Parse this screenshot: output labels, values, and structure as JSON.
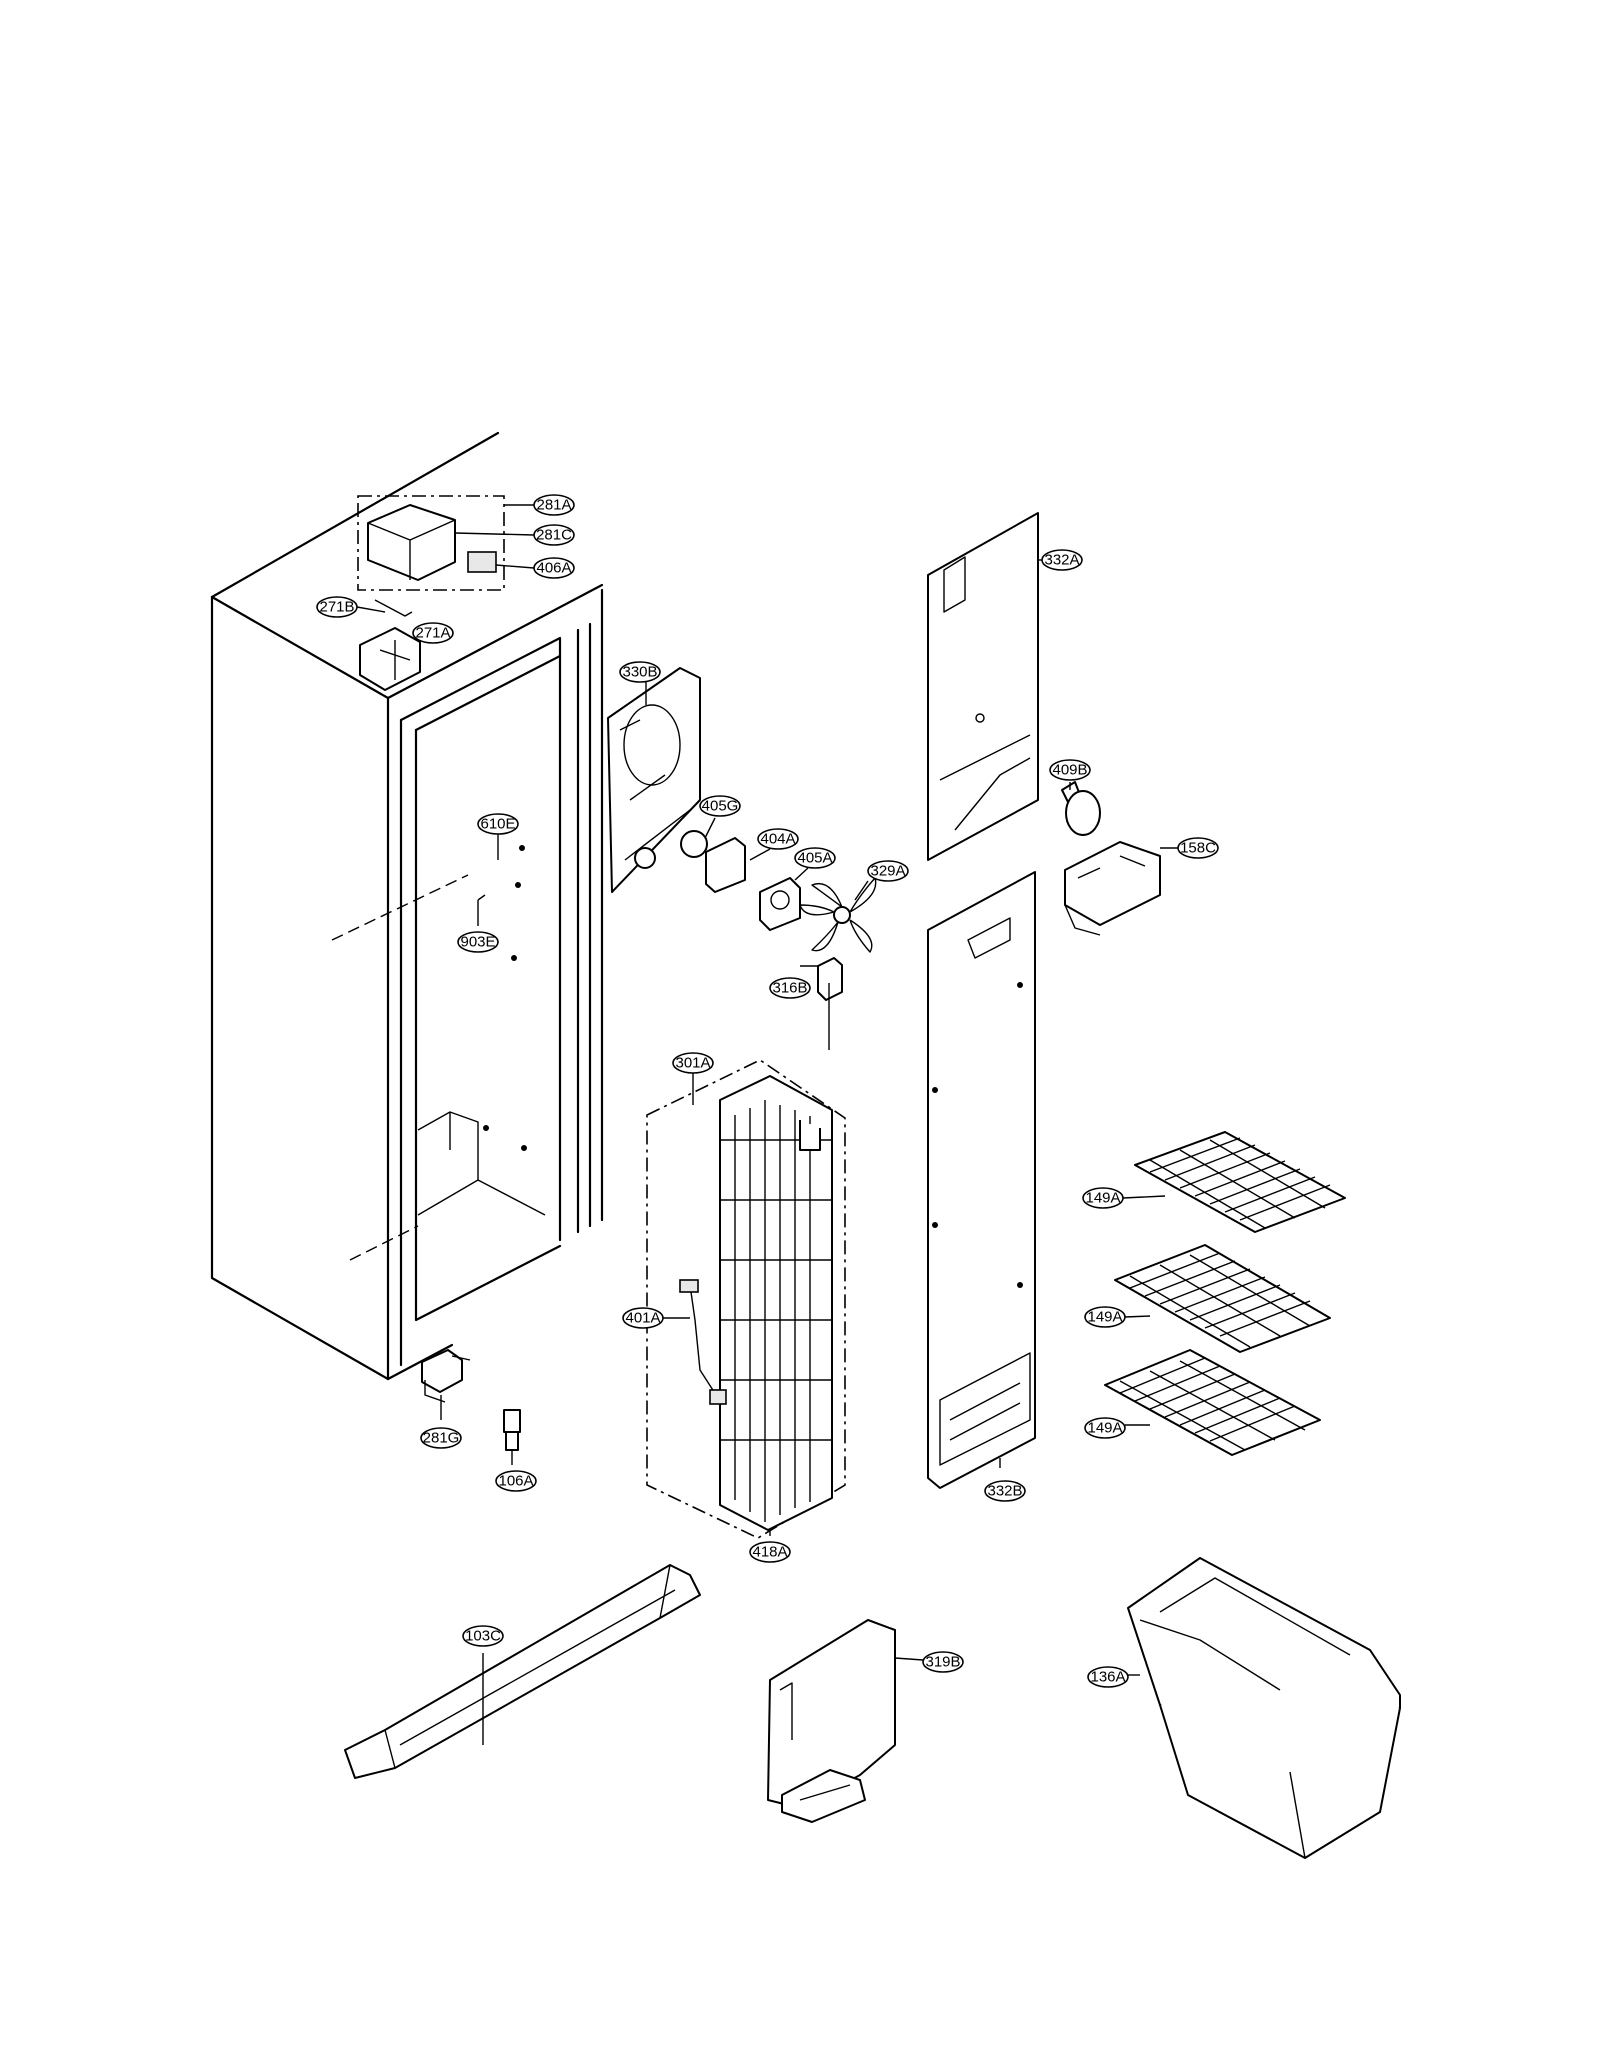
{
  "diagram": {
    "type": "exploded-parts-view",
    "callouts": [
      {
        "id": "281A",
        "label": "281A"
      },
      {
        "id": "281C",
        "label": "281C"
      },
      {
        "id": "406A",
        "label": "406A"
      },
      {
        "id": "271B",
        "label": "271B"
      },
      {
        "id": "271A",
        "label": "271A"
      },
      {
        "id": "332A",
        "label": "332A"
      },
      {
        "id": "330B",
        "label": "330B"
      },
      {
        "id": "409B",
        "label": "409B"
      },
      {
        "id": "158C",
        "label": "158C"
      },
      {
        "id": "610E",
        "label": "610E"
      },
      {
        "id": "405G",
        "label": "405G"
      },
      {
        "id": "404A",
        "label": "404A"
      },
      {
        "id": "405A",
        "label": "405A"
      },
      {
        "id": "329A",
        "label": "329A"
      },
      {
        "id": "903E",
        "label": "903E"
      },
      {
        "id": "316B",
        "label": "316B"
      },
      {
        "id": "301A",
        "label": "301A"
      },
      {
        "id": "149A-1",
        "label": "149A"
      },
      {
        "id": "401A",
        "label": "401A"
      },
      {
        "id": "149A-2",
        "label": "149A"
      },
      {
        "id": "149A-3",
        "label": "149A"
      },
      {
        "id": "281G",
        "label": "281G"
      },
      {
        "id": "106A",
        "label": "106A"
      },
      {
        "id": "332B",
        "label": "332B"
      },
      {
        "id": "418A",
        "label": "418A"
      },
      {
        "id": "103C",
        "label": "103C"
      },
      {
        "id": "319B",
        "label": "319B"
      },
      {
        "id": "136A",
        "label": "136A"
      }
    ]
  }
}
